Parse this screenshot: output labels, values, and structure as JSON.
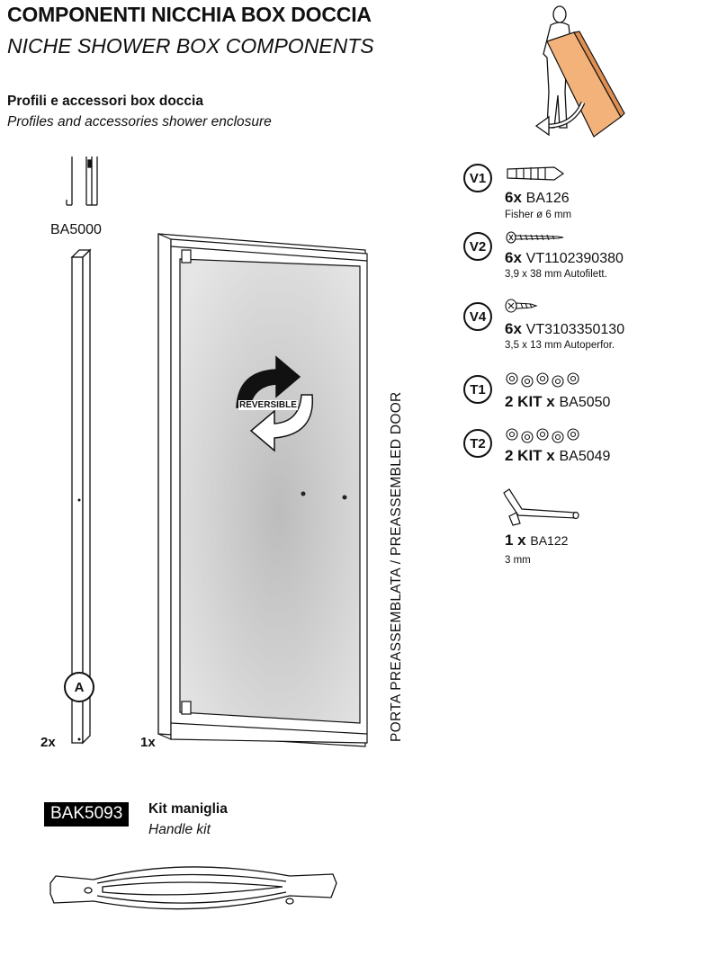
{
  "header": {
    "title": "COMPONENTI NICCHIA BOX DOCCIA",
    "subtitle": "NICHE SHOWER BOX COMPONENTS"
  },
  "section": {
    "title": "Profili e accessori box doccia",
    "subtitle": "Profiles and accessories shower enclosure"
  },
  "profile": {
    "code": "BA5000",
    "quantity": "2x",
    "marker": "A"
  },
  "door": {
    "quantity": "1x",
    "reversible_label": "REVERSIBLE",
    "vertical_label": "PORTA PREASSEMBLATA / PREASSEMBLED DOOR"
  },
  "parts": [
    {
      "badge": "V1",
      "qty": "6x",
      "code": "BA126",
      "desc": "Fisher ø 6 mm"
    },
    {
      "badge": "V2",
      "qty": "6x",
      "code": "VT1102390380",
      "desc": "3,9 x 38 mm Autofilett."
    },
    {
      "badge": "V4",
      "qty": "6x",
      "code": "VT3103350130",
      "desc": "3,5 x 13 mm Autoperfor."
    },
    {
      "badge": "T1",
      "qty": "2 KIT x",
      "code": "BA5050",
      "desc": ""
    },
    {
      "badge": "T2",
      "qty": "2 KIT x",
      "code": "BA5049",
      "desc": ""
    }
  ],
  "key": {
    "qty": "1 x",
    "code": "BA122",
    "desc": "3 mm"
  },
  "handle_kit": {
    "code": "BAK5093",
    "title": "Kit maniglia",
    "subtitle": "Handle kit"
  },
  "colors": {
    "ink": "#111111",
    "glass": "#c9c9c9",
    "panel": "#f2b27a"
  },
  "icons": [
    "person-carrying-panel-icon",
    "rotate-arrow-icon",
    "wall-plug-icon",
    "screw-icon",
    "hinge-chain-icon",
    "allen-key-icon",
    "handle-drawing"
  ]
}
